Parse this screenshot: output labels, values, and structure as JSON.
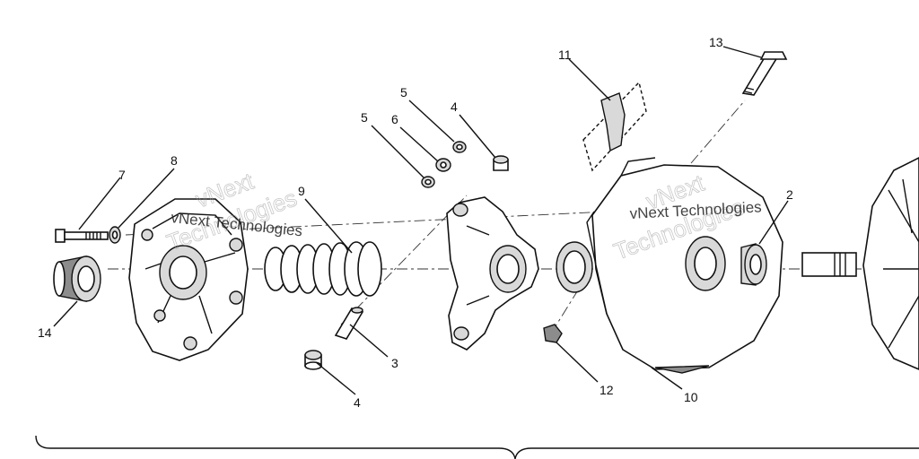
{
  "diagram": {
    "callouts": [
      {
        "id": "c7",
        "text": "7"
      },
      {
        "id": "c8",
        "text": "8"
      },
      {
        "id": "c14",
        "text": "14"
      },
      {
        "id": "c9",
        "text": "9"
      },
      {
        "id": "c3",
        "text": "3"
      },
      {
        "id": "c4b",
        "text": "4"
      },
      {
        "id": "c5a",
        "text": "5"
      },
      {
        "id": "c6",
        "text": "6"
      },
      {
        "id": "c5b",
        "text": "5"
      },
      {
        "id": "c4a",
        "text": "4"
      },
      {
        "id": "c11",
        "text": "11"
      },
      {
        "id": "c13",
        "text": "13"
      },
      {
        "id": "c2",
        "text": "2"
      },
      {
        "id": "c12",
        "text": "12"
      },
      {
        "id": "c10",
        "text": "10"
      }
    ],
    "watermarks": [
      {
        "id": "wm1a",
        "text": "vNext"
      },
      {
        "id": "wm1b",
        "text": "Technologies"
      },
      {
        "id": "wm1c",
        "text": "vNext Technologies"
      },
      {
        "id": "wm2a",
        "text": "vNext"
      },
      {
        "id": "wm2b",
        "text": "Technologies"
      },
      {
        "id": "wm2c",
        "text": "vNext Technologies"
      }
    ]
  }
}
